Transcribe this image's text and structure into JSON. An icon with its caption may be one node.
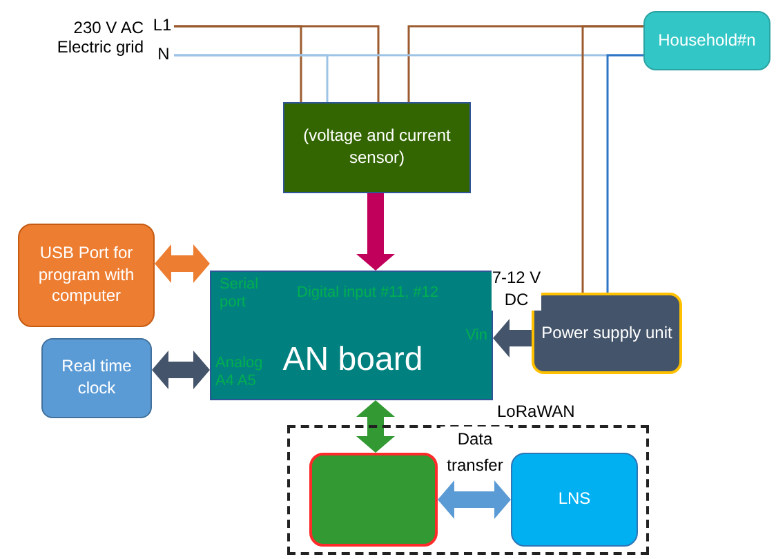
{
  "diagram": {
    "nodes": [
      {
        "text": [
          "Household#n"
        ]
      },
      {
        "text": [
          "(voltage and current sensor)"
        ]
      },
      {
        "text": [
          "USB Port for program with computer"
        ]
      },
      {
        "text": [
          "AN board",
          "Serial port",
          "Digital input #11, #12",
          "Vin",
          "Analog A4 A5"
        ]
      },
      {
        "text": [
          "Real time clock"
        ]
      },
      {
        "text": [
          "Power supply unit"
        ]
      },
      {
        "text": [
          "LoRaWAN"
        ]
      },
      {
        "text": [],
        "shape": "box",
        "in": 6
      },
      {
        "text": [
          "LNS"
        ],
        "in": 6
      },
      {
        "text": [
          "L1"
        ]
      },
      {
        "text": [
          "N"
        ]
      }
    ],
    "edges": [
      {
        "from": 9,
        "to": 1,
        "arrow": "none"
      },
      {
        "from": 10,
        "to": 1,
        "arrow": "none",
        "color": "#9dc3e6"
      },
      {
        "from": 9,
        "to": 1,
        "arrow": "none"
      },
      {
        "from": 1,
        "to": 0,
        "arrow": "none"
      },
      {
        "from": 10,
        "to": 0,
        "arrow": "none",
        "color": "#9dc3e6"
      },
      {
        "from": 0,
        "to": 5,
        "arrow": "none"
      },
      {
        "from": 0,
        "to": 5,
        "arrow": "none",
        "color": "#2f75c5"
      },
      {
        "from": 1,
        "to": 3,
        "arrow": "to",
        "style": "thick",
        "color": "#c0005a"
      },
      {
        "from": 2,
        "to": 3,
        "arrow": "both",
        "style": "thick",
        "color": "#ed7d31"
      },
      {
        "from": 4,
        "to": 3,
        "arrow": "both",
        "style": "thick",
        "color": "#44546a"
      },
      {
        "from": 5,
        "to": 3,
        "arrow": "to",
        "style": "thick",
        "color": "#44546a",
        "label": "7-12 V DC"
      },
      {
        "from": 3,
        "to": 7,
        "arrow": "both",
        "style": "thick",
        "color": "#339933"
      },
      {
        "from": 7,
        "to": 8,
        "arrow": "both",
        "style": "thick",
        "color": "#5b9bd5",
        "label": "Data transfer"
      }
    ],
    "labels": [
      "230 V AC Electric grid"
    ]
  }
}
